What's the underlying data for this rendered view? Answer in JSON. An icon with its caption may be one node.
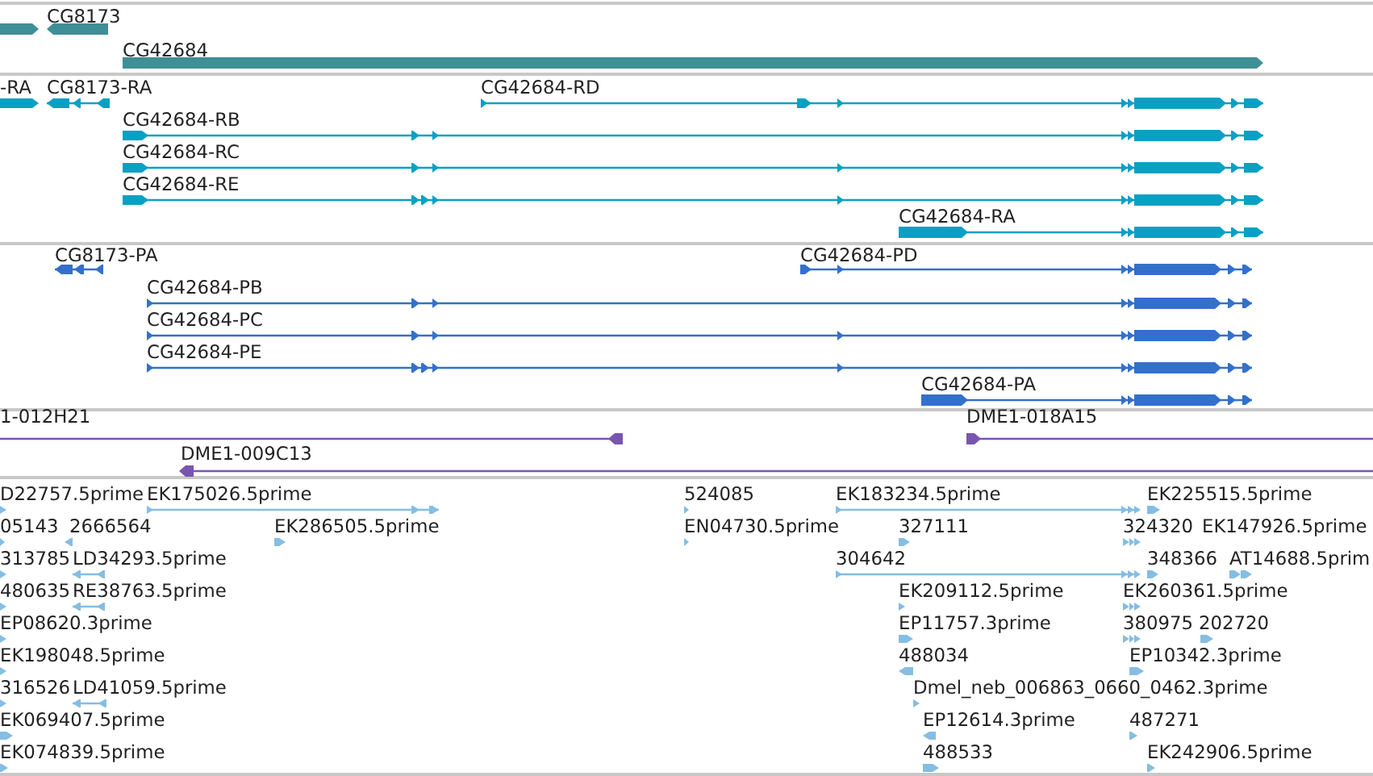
{
  "diagram": {
    "nodes": [
      {
        "text": [],
        "shape": "bar"
      },
      {
        "text": [
          "CG8173"
        ]
      },
      {
        "text": [
          "CG42684"
        ]
      },
      {
        "text": [
          "-RA"
        ]
      },
      {
        "text": [
          "CG8173-RA"
        ]
      },
      {
        "text": [
          "CG42684-RD"
        ]
      },
      {
        "text": [
          "CG42684-RB"
        ]
      },
      {
        "text": [
          "CG42684-RC"
        ]
      },
      {
        "text": [
          "CG42684-RE"
        ]
      },
      {
        "text": [
          "CG42684-RA"
        ]
      },
      {
        "text": [
          "CG8173-PA"
        ]
      },
      {
        "text": [
          "CG42684-PD"
        ]
      },
      {
        "text": [
          "CG42684-PB"
        ]
      },
      {
        "text": [
          "CG42684-PC"
        ]
      },
      {
        "text": [
          "CG42684-PE"
        ]
      },
      {
        "text": [
          "CG42684-PA"
        ]
      },
      {
        "text": [
          "1-012H21"
        ]
      },
      {
        "text": [
          "DME1-018A15"
        ]
      },
      {
        "text": [
          "DME1-009C13"
        ]
      },
      {
        "text": [
          "D22757.5prime"
        ]
      },
      {
        "text": [
          "EK175026.5prime"
        ]
      },
      {
        "text": [
          "524085"
        ]
      },
      {
        "text": [
          "EK183234.5prime"
        ]
      },
      {
        "text": [
          "EK225515.5prime"
        ]
      },
      {
        "text": [
          "05143"
        ]
      },
      {
        "text": [
          "2666564"
        ]
      },
      {
        "text": [
          "EK286505.5prime"
        ]
      },
      {
        "text": [
          "EN04730.5prime"
        ]
      },
      {
        "text": [
          "327111"
        ]
      },
      {
        "text": [
          "324320"
        ]
      },
      {
        "text": [
          "EK147926.5prime"
        ]
      },
      {
        "text": [
          "313785"
        ]
      },
      {
        "text": [
          "LD34293.5prime"
        ]
      },
      {
        "text": [
          "304642"
        ]
      },
      {
        "text": [
          "348366"
        ]
      },
      {
        "text": [
          "AT14688.5prim"
        ]
      },
      {
        "text": [
          "480635"
        ]
      },
      {
        "text": [
          "RE38763.5prime"
        ]
      },
      {
        "text": [
          "EK209112.5prime"
        ]
      },
      {
        "text": [
          "EK260361.5prime"
        ]
      },
      {
        "text": [
          "EP08620.3prime"
        ]
      },
      {
        "text": [
          "EP11757.3prime"
        ]
      },
      {
        "text": [
          "380975"
        ]
      },
      {
        "text": [
          "202720"
        ]
      },
      {
        "text": [
          "EK198048.5prime"
        ]
      },
      {
        "text": [
          "488034"
        ]
      },
      {
        "text": [
          "EP10342.3prime"
        ]
      },
      {
        "text": [
          "316526"
        ]
      },
      {
        "text": [
          "LD41059.5prime"
        ]
      },
      {
        "text": [
          "Dmel_neb_006863_0660_0462.3prime"
        ]
      },
      {
        "text": [
          "EK069407.5prime"
        ]
      },
      {
        "text": [
          "EP12614.3prime"
        ]
      },
      {
        "text": [
          "487271"
        ]
      },
      {
        "text": [
          "EK074839.5prime"
        ]
      },
      {
        "text": [
          "488533"
        ]
      },
      {
        "text": [
          "EK242906.5prime"
        ]
      }
    ]
  }
}
